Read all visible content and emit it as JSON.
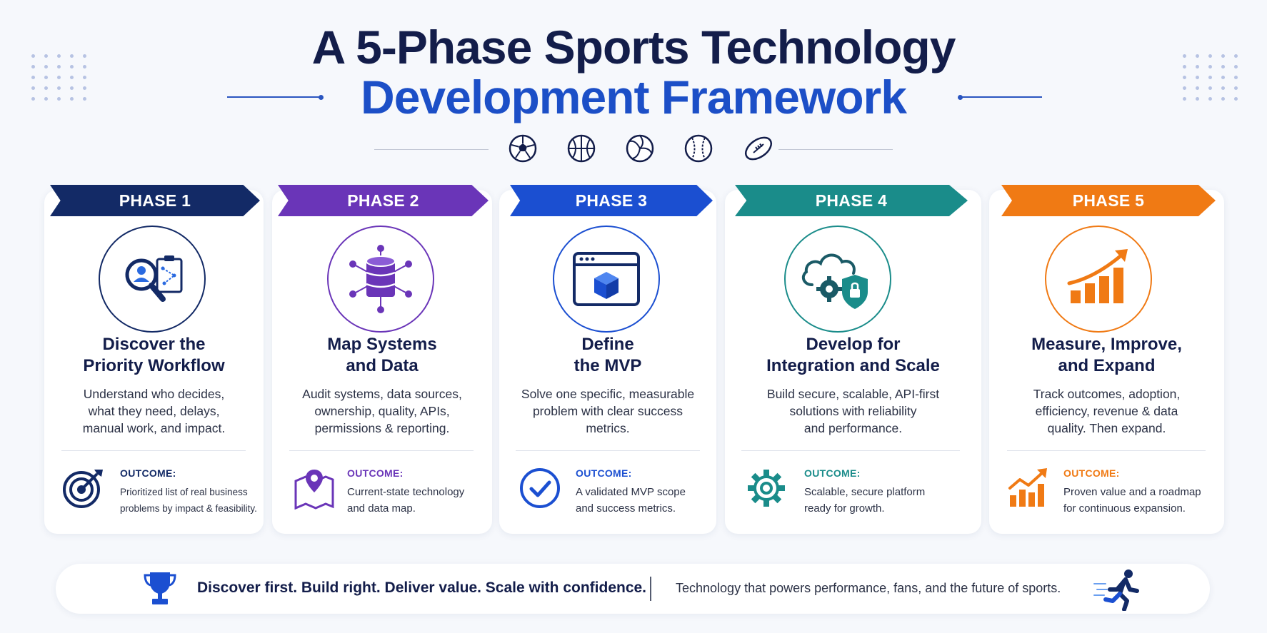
{
  "header": {
    "title_line1": "A 5-Phase Sports Technology",
    "title_line2": "Development Framework",
    "sport_icons": [
      "soccer-ball-icon",
      "basketball-icon",
      "volleyball-icon",
      "baseball-icon",
      "football-icon"
    ]
  },
  "colors": {
    "phase1": "#132a66",
    "phase2": "#6a35b8",
    "phase3": "#1b4fd1",
    "phase4": "#1a8c8a",
    "phase5": "#f07a14",
    "navy_title": "#131d4a",
    "blue_title": "#1c4fc7"
  },
  "phases": [
    {
      "label": "PHASE 1",
      "icon": "search-user-clipboard-icon",
      "title_line1": "Discover the",
      "title_line2": "Priority Workflow",
      "desc": [
        "Understand who decides,",
        "what they need, delays,",
        "manual work, and impact."
      ],
      "outcome_icon": "target-icon",
      "outcome_label": "OUTCOME:",
      "outcome": [
        "Prioritized list of real business",
        "problems by impact & feasibility."
      ]
    },
    {
      "label": "PHASE 2",
      "icon": "database-network-icon",
      "title_line1": "Map Systems",
      "title_line2": "and Data",
      "desc": [
        "Audit systems, data sources,",
        "ownership, quality, APIs,",
        "permissions & reporting."
      ],
      "outcome_icon": "map-pin-icon",
      "outcome_label": "OUTCOME:",
      "outcome": [
        "Current-state technology",
        "and data map."
      ]
    },
    {
      "label": "PHASE 3",
      "icon": "browser-cube-icon",
      "title_line1": "Define",
      "title_line2": "the MVP",
      "desc": [
        "Solve one specific, measurable",
        "problem with clear success",
        "metrics."
      ],
      "outcome_icon": "check-circle-icon",
      "outcome_label": "OUTCOME:",
      "outcome": [
        "A validated MVP scope",
        "and success metrics."
      ]
    },
    {
      "label": "PHASE 4",
      "icon": "cloud-gear-lock-icon",
      "title_line1": "Develop for",
      "title_line2": "Integration and Scale",
      "desc": [
        "Build secure, scalable, API-first",
        "solutions with reliability",
        "and performance."
      ],
      "outcome_icon": "gear-icon",
      "outcome_label": "OUTCOME:",
      "outcome": [
        "Scalable, secure platform",
        "ready for growth."
      ]
    },
    {
      "label": "PHASE 5",
      "icon": "growth-chart-icon",
      "title_line1": "Measure, Improve,",
      "title_line2": "and Expand",
      "desc": [
        "Track outcomes, adoption,",
        "efficiency, revenue & data",
        "quality. Then expand."
      ],
      "outcome_icon": "trend-up-icon",
      "outcome_label": "OUTCOME:",
      "outcome": [
        "Proven value and a roadmap",
        "for continuous expansion."
      ]
    }
  ],
  "footer": {
    "icon_left": "trophy-icon",
    "tagline": "Discover first. Build right. Deliver value. Scale with confidence.",
    "subline": "Technology that powers performance, fans, and the future of sports.",
    "icon_right": "runner-icon"
  }
}
